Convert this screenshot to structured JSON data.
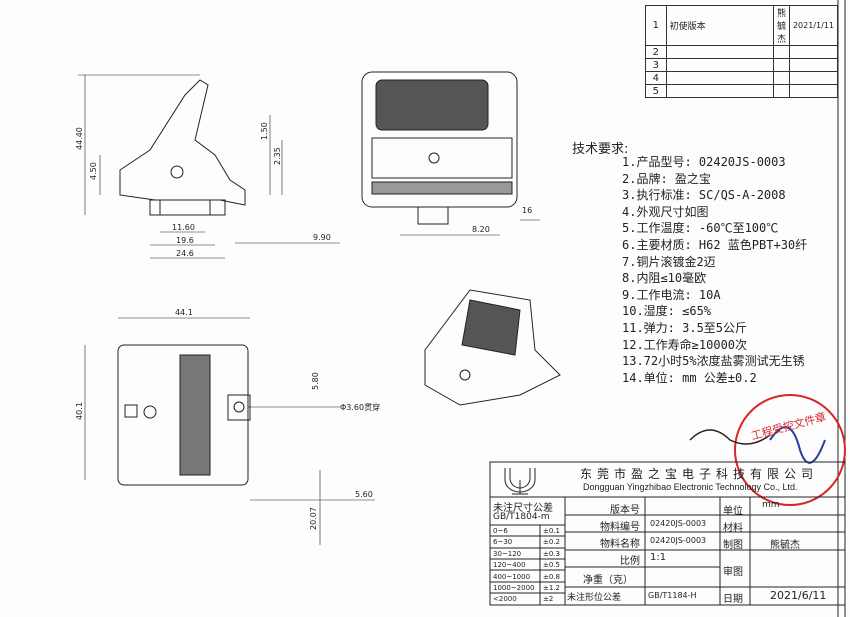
{
  "revision_table": {
    "rows": [
      {
        "no": "1",
        "desc": "初使版本",
        "name": "熊毓杰",
        "date": "2021/1/11"
      },
      {
        "no": "2",
        "desc": "",
        "name": "",
        "date": ""
      },
      {
        "no": "3",
        "desc": "",
        "name": "",
        "date": ""
      },
      {
        "no": "4",
        "desc": "",
        "name": "",
        "date": ""
      },
      {
        "no": "5",
        "desc": "",
        "name": "",
        "date": ""
      }
    ]
  },
  "tech": {
    "title": "技术要求:",
    "items": [
      "1.产品型号: 02420JS-0003",
      "2.品牌: 盈之宝",
      "3.执行标准: SC/QS-A-2008",
      "4.外观尺寸如图",
      "5.工作温度: -60℃至100℃",
      "6.主要材质: H62  蓝色PBT+30纤",
      "7.铜片滚镀金2迈",
      "8.内阻≤10毫欧",
      "9.工作电流: 10A",
      "10.湿度: ≤65%",
      "11.弹力: 3.5至5公斤",
      "12.工作寿命≥10000次",
      "13.72小时5%浓度盐雾测试无生锈",
      "14.单位: mm  公差±0.2"
    ]
  },
  "dimensions": {
    "d1": "44.40",
    "d2": "4.50",
    "d3": "1.50",
    "d4": "2.35",
    "d5": "11.60",
    "d6": "19.6",
    "d7": "24.6",
    "d8": "9.90",
    "d9": "16",
    "d10": "8.20",
    "d11": "44.1",
    "d12": "40.1",
    "d13": "5.80",
    "d14": "Φ3.60贯穿",
    "d15": "5.60",
    "d16": "20.07"
  },
  "title_block": {
    "company_cn": "东莞市盈之宝电子科技有限公司",
    "company_en": "Dongguan Yingzhibao Electronic Technology Co., Ltd.",
    "tol_title": "未注尺寸公差",
    "tol_std": "GB/T1804-m",
    "tolerances": [
      [
        "0~6",
        "±0.1"
      ],
      [
        "6~30",
        "±0.2"
      ],
      [
        "30~120",
        "±0.3"
      ],
      [
        "120~400",
        "±0.5"
      ],
      [
        "400~1000",
        "±0.8"
      ],
      [
        "1000~2000",
        "±1.2"
      ],
      [
        "<2000",
        "±2"
      ]
    ],
    "version_label": "版本号",
    "version": "",
    "unit_label": "单位",
    "unit": "mm",
    "material_no_label": "物料编号",
    "material_no": "02420JS-0003",
    "material_label": "材料",
    "material": "",
    "material_name_label": "物料名称",
    "material_name": "02420JS-0003",
    "drawn_label": "制图",
    "drawn": "熊毓杰",
    "scale_label": "比例",
    "scale": "1:1",
    "review_label": "审图",
    "review": "",
    "weight_label": "净重（克）",
    "weight": "",
    "geo_tol_label": "未注形位公差",
    "geo_tol": "GB/T1184-H",
    "date_label": "日期",
    "date": "2021/6/11"
  },
  "stamp": {
    "text": "工程受控文件章",
    "color": "#d8262b"
  }
}
